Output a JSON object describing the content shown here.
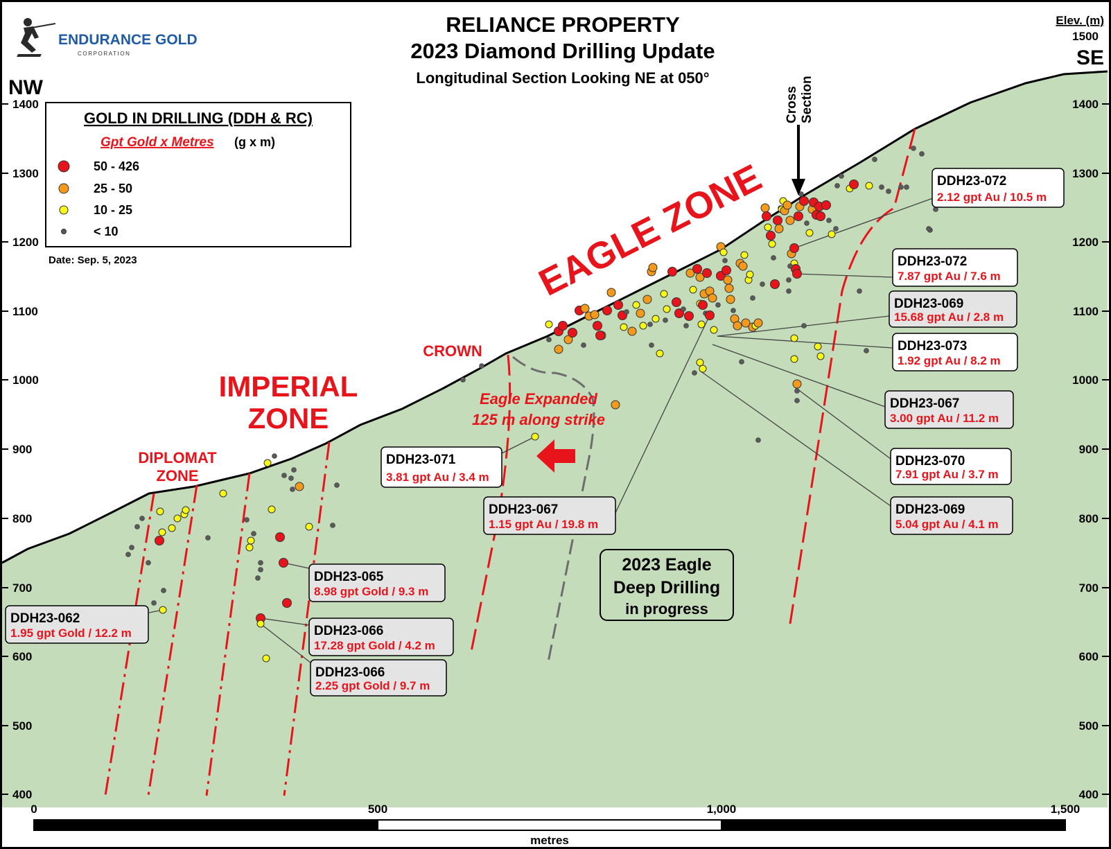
{
  "logo": {
    "name": "ENDURANCE GOLD",
    "sub": "CORPORATION"
  },
  "title": {
    "line1": "RELIANCE PROPERTY",
    "line2": "2023 Diamond Drilling Update",
    "line3": "Longitudinal Section Looking NE at 050°"
  },
  "directions": {
    "left": "NW",
    "right": "SE"
  },
  "elev_label": "Elev. (m)",
  "elev_ticks": [
    "1500",
    "1400",
    "1300",
    "1200",
    "1100",
    "1000",
    "900",
    "800",
    "700",
    "600",
    "500",
    "400"
  ],
  "x_ticks": [
    "0",
    "500",
    "1,000",
    "1,500"
  ],
  "scale_unit": "metres",
  "legend": {
    "title": "GOLD IN DRILLING (DDH & RC)",
    "subtitle": "Gpt Gold x Metres",
    "subtitle_unit": "(g x m)",
    "items": [
      {
        "label": "50 - 426",
        "color": "#e8141b"
      },
      {
        "label": "25 - 50",
        "color": "#f39a1c"
      },
      {
        "label": "10 - 25",
        "color": "#f7f71a"
      },
      {
        "label": "< 10",
        "color": "#5a5a5a"
      }
    ],
    "date": "Date:  Sep. 5, 2023"
  },
  "zones": {
    "eagle": "EAGLE  ZONE",
    "imperial1": "IMPERIAL",
    "imperial2": "ZONE",
    "diplomat1": "DIPLOMAT",
    "diplomat2": "ZONE",
    "crown": "CROWN",
    "expanded1": "Eagle Expanded",
    "expanded2": "125 m along strike",
    "cross1": "Cross",
    "cross2": "Section"
  },
  "deep_drilling": [
    "2023 Eagle",
    "Deep Drilling",
    "in progress"
  ],
  "callouts": [
    {
      "name": "DDH23-072",
      "value": "2.12 gpt Au / 10.5 m"
    },
    {
      "name": "DDH23-072",
      "value": "7.87 gpt Au / 7.6 m"
    },
    {
      "name": "DDH23-069",
      "value": "15.68 gpt Au / 2.8 m"
    },
    {
      "name": "DDH23-073",
      "value": "1.92 gpt Au / 8.2 m"
    },
    {
      "name": "DDH23-067",
      "value": "3.00 gpt Au / 11.2 m"
    },
    {
      "name": "DDH23-070",
      "value": "7.91 gpt Au / 3.7 m"
    },
    {
      "name": "DDH23-069",
      "value": "5.04 gpt Au / 4.1 m"
    },
    {
      "name": "DDH23-071",
      "value": "3.81 gpt Au / 3.4 m"
    },
    {
      "name": "DDH23-067",
      "value": "1.15 gpt Au / 19.8 m"
    },
    {
      "name": "DDH23-065",
      "value": "8.98 gpt Gold / 9.3 m"
    },
    {
      "name": "DDH23-066",
      "value": "17.28 gpt Gold / 4.2 m"
    },
    {
      "name": "DDH23-066",
      "value": "2.25 gpt Gold / 9.7 m"
    },
    {
      "name": "DDH23-062",
      "value": "1.95 gpt Gold / 12.2 m"
    }
  ]
}
